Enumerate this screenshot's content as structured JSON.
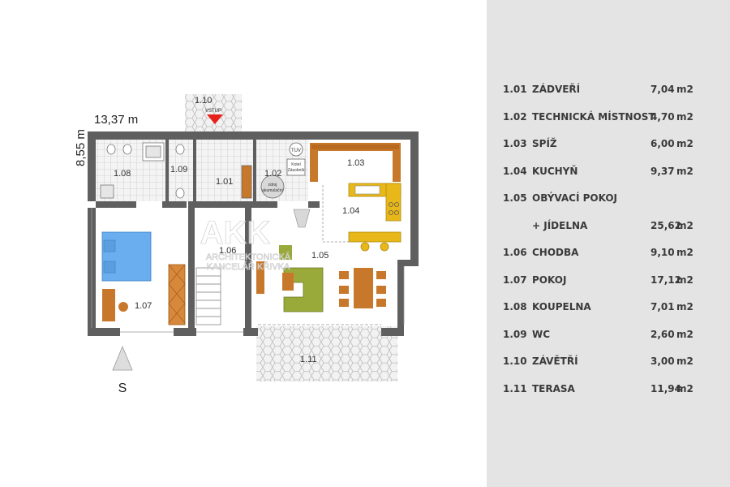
{
  "plan": {
    "width_label": "13,37 m",
    "depth_label": "8,55 m",
    "entrance_label": "VSTUP",
    "north_label": "S",
    "watermark_logo": "AKK",
    "watermark_line1": "ARCHITEKTONICKÁ",
    "watermark_line2": "KANCELÁŘ KŘIVKA",
    "boiler_label1": "Kotel",
    "boiler_label2": "Zásobník",
    "tank_label1": "zdroj",
    "tank_label2": "akumulační",
    "tuv_label": "TUV",
    "room_labels": {
      "r101": "1.01",
      "r102": "1.02",
      "r103": "1.03",
      "r104": "1.04",
      "r105": "1.05",
      "r106": "1.06",
      "r107": "1.07",
      "r108": "1.08",
      "r109": "1.09",
      "r110": "1.10",
      "r111": "1.11"
    },
    "colors": {
      "wall": "#5f5f5f",
      "kitchen": "#e8b81a",
      "pantry": "#c8782a",
      "bed": "#6aaef0",
      "sofa": "#9aaa3a",
      "wood": "#c8782a"
    }
  },
  "rooms": [
    {
      "code": "1.01",
      "name": "ZÁDVEŘÍ",
      "area": "7,04",
      "unit": "m2"
    },
    {
      "code": "1.02",
      "name": "TECHNICKÁ MÍSTNOST",
      "area": "4,70",
      "unit": "m2"
    },
    {
      "code": "1.03",
      "name": "SPÍŽ",
      "area": "6,00",
      "unit": "m2"
    },
    {
      "code": "1.04",
      "name": "KUCHYŇ",
      "area": "9,37",
      "unit": "m2"
    },
    {
      "code": "1.05",
      "name": "OBÝVACÍ POKOJ",
      "area": "",
      "unit": ""
    },
    {
      "code": "",
      "name": "+ JÍDELNA",
      "area": "25,62",
      "unit": "m2"
    },
    {
      "code": "1.06",
      "name": "CHODBA",
      "area": "9,10",
      "unit": "m2"
    },
    {
      "code": "1.07",
      "name": "POKOJ",
      "area": "17,12",
      "unit": "m2"
    },
    {
      "code": "1.08",
      "name": "KOUPELNA",
      "area": "7,01",
      "unit": "m2"
    },
    {
      "code": "1.09",
      "name": "WC",
      "area": "2,60",
      "unit": "m2"
    },
    {
      "code": "1.10",
      "name": "ZÁVĚTŘÍ",
      "area": "3,00",
      "unit": "m2"
    },
    {
      "code": "1.11",
      "name": "TERASA",
      "area": "11,94",
      "unit": "m2"
    }
  ]
}
